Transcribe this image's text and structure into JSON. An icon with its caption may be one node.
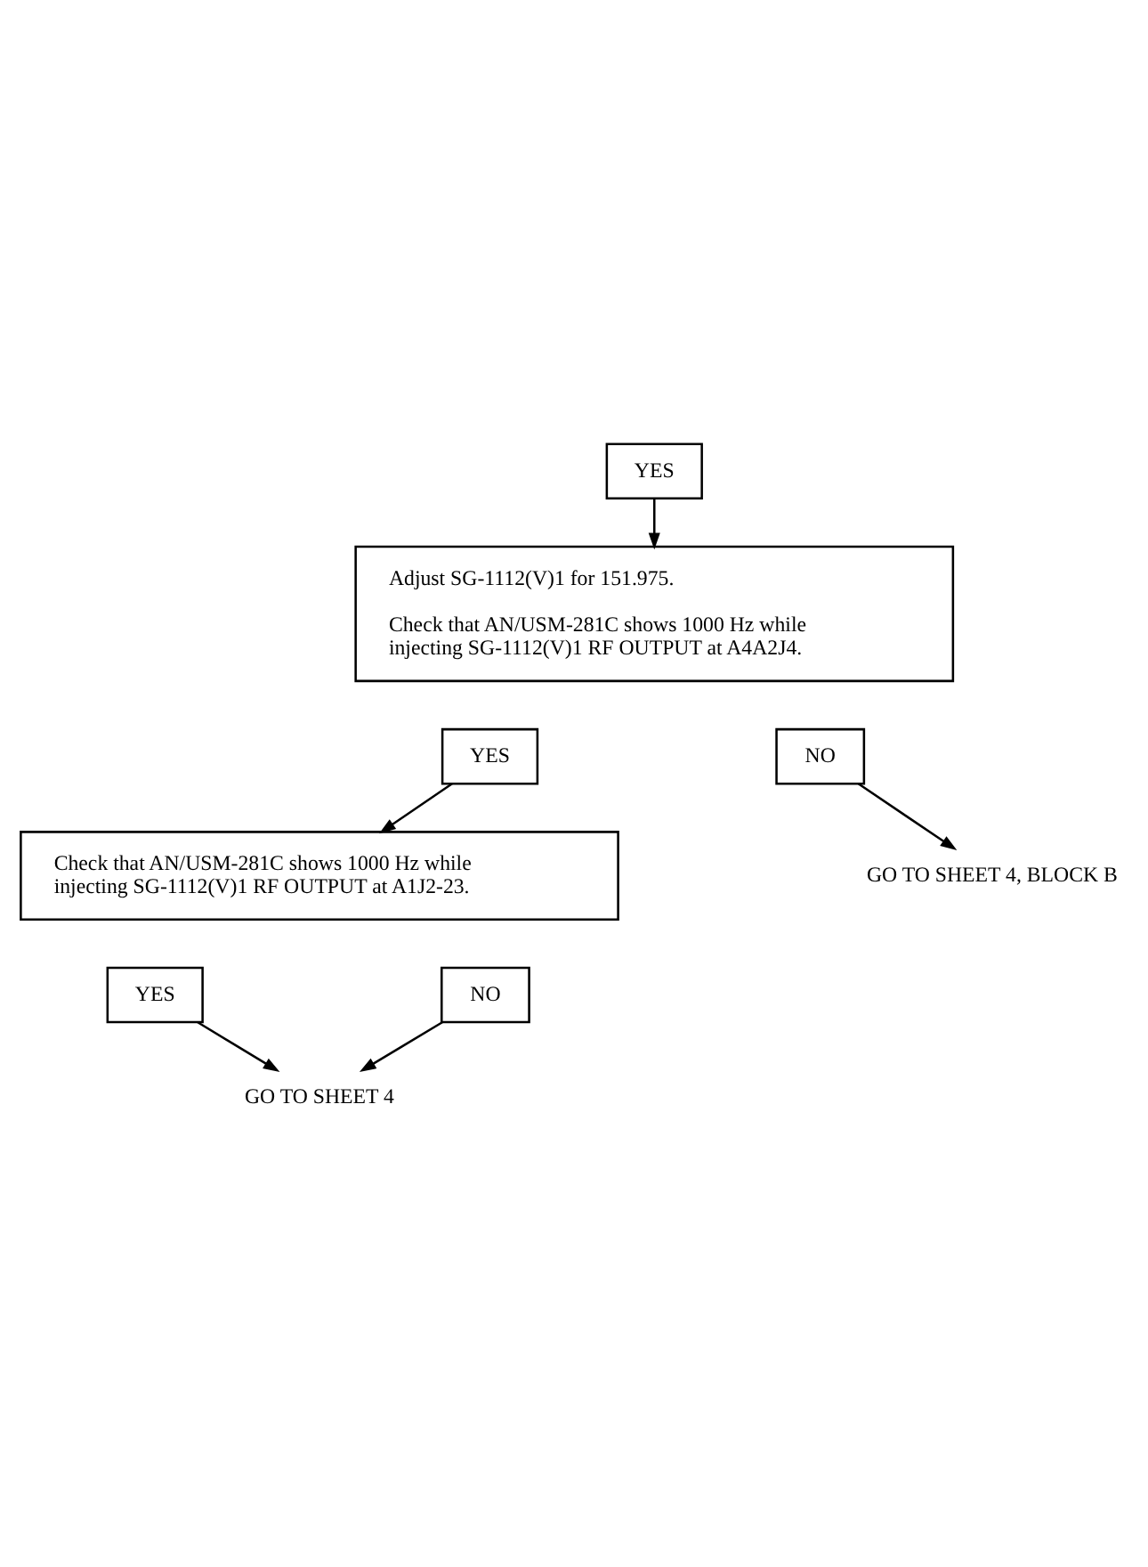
{
  "diagram": {
    "nodes": [
      {
        "text": [
          "YES"
        ]
      },
      {
        "text": [
          "Adjust SG-1112(V)1 for 151.975.",
          "Check that AN/USM-281C shows 1000 Hz while injecting SG-1112(V)1 RF OUTPUT at A4A2J4."
        ]
      },
      {
        "text": [
          "YES"
        ]
      },
      {
        "text": [
          "NO"
        ]
      },
      {
        "text": [
          "GO TO SHEET 4, BLOCK B"
        ]
      },
      {
        "text": [
          "Check that AN/USM-281C shows 1000 Hz while injecting SG-1112(V)1 RF OUTPUT at A1J2-23."
        ]
      },
      {
        "text": [
          "YES"
        ]
      },
      {
        "text": [
          "NO"
        ]
      },
      {
        "text": [
          "GO TO SHEET 4"
        ]
      }
    ],
    "edges": [
      {
        "from": 0,
        "to": 1,
        "arrow": "to"
      },
      {
        "from": 3,
        "to": 4,
        "arrow": "to"
      },
      {
        "from": 2,
        "to": 5,
        "arrow": "to"
      },
      {
        "from": 6,
        "to": 8,
        "arrow": "to"
      },
      {
        "from": 7,
        "to": 8,
        "arrow": "to"
      }
    ]
  }
}
